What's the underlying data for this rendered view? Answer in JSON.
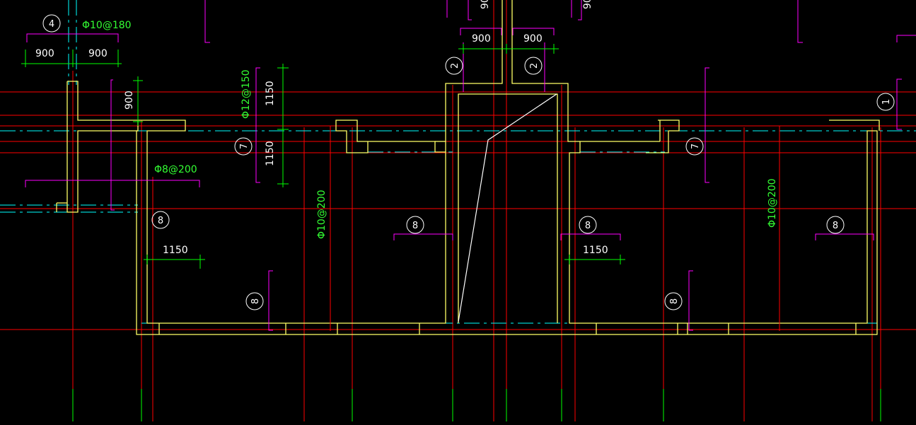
{
  "colors": {
    "background": "#000000",
    "grid_red": "#ff0000",
    "centerline_cyan": "#00ffff",
    "wall_yellow": "#ffff66",
    "dimension_green": "#00ff00",
    "leader_magenta": "#ff00ff",
    "text_white": "#ffffff",
    "rebar_text_green": "#33ff33"
  },
  "rebar_labels": {
    "top_left": "Φ10@180",
    "left_mid": "Φ8@200",
    "vertical_left": "Φ12@150",
    "vertical_mid": "Φ10@200",
    "vertical_right": "Φ10@200"
  },
  "dimensions": {
    "d900": "900",
    "d1150": "1150"
  },
  "markers": {
    "m1": "1",
    "m2": "2",
    "m4": "4",
    "m7": "7",
    "m8": "8"
  }
}
